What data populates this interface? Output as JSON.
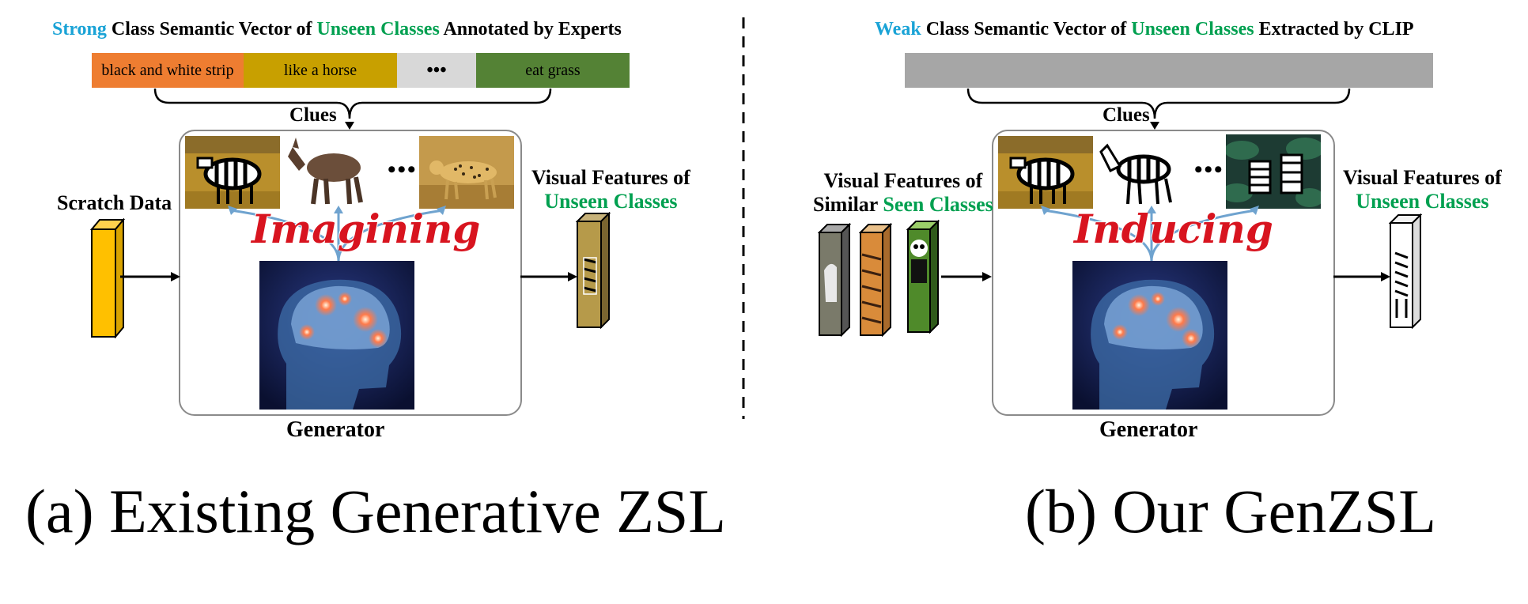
{
  "left_panel": {
    "title": {
      "strong": "Strong",
      "part1": " Class Semantic Vector of ",
      "unseen": "Unseen Classes",
      "part2": " Annotated by Experts"
    },
    "attributes": [
      {
        "label": "black and white strip",
        "color": "#ee7d31"
      },
      {
        "label": "like a horse",
        "color": "#c8a000"
      },
      {
        "label": "•••",
        "color": "#d8d8d8"
      },
      {
        "label": "eat grass",
        "color": "#548235"
      }
    ],
    "clues_label": "Clues",
    "ellipsis": "•••",
    "verb": "Imagining",
    "generator_label": "Generator",
    "input_label": "Scratch Data",
    "output_label": {
      "line1": "Visual Features of",
      "line2": "Unseen Classes"
    },
    "caption": "(a) Existing Generative ZSL"
  },
  "right_panel": {
    "title": {
      "weak": "Weak",
      "part1": " Class Semantic Vector of ",
      "unseen": "Unseen Classes",
      "part2": " Extracted by CLIP"
    },
    "clip_bar_color": "#a6a6a6",
    "clues_label": "Clues",
    "ellipsis": "•••",
    "verb": "Inducing",
    "generator_label": "Generator",
    "input_label": {
      "line1": "Visual Features of",
      "line2_prefix": "Similar ",
      "line2_seen": "Seen Classes"
    },
    "output_label": {
      "line1": "Visual Features of",
      "line2": "Unseen Classes"
    },
    "caption": "(b) Our GenZSL"
  },
  "colors": {
    "strong_weak": "#1aa3d6",
    "unseen_seen": "#00a050",
    "arrow_blue": "#6fa3cf",
    "verb_red": "#d8141f",
    "scratch_bar": "#ffc000",
    "box_border": "#8a8a8a"
  },
  "icons": [
    "zebra-photo",
    "donkey-photo",
    "cheetah-photo",
    "brain-photo",
    "horse-feature",
    "tiger-feature",
    "panda-feature",
    "zebra-feature"
  ]
}
